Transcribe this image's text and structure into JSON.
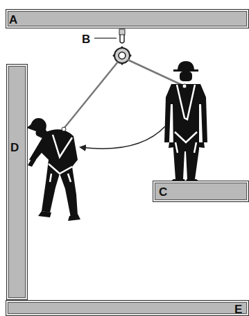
{
  "diagram": {
    "nodes": [
      {
        "text": [
          "A"
        ]
      },
      {
        "text": [
          "D"
        ]
      },
      {
        "text": [
          "C"
        ]
      },
      {
        "text": [
          "E"
        ]
      }
    ],
    "labels": [
      "B"
    ]
  }
}
